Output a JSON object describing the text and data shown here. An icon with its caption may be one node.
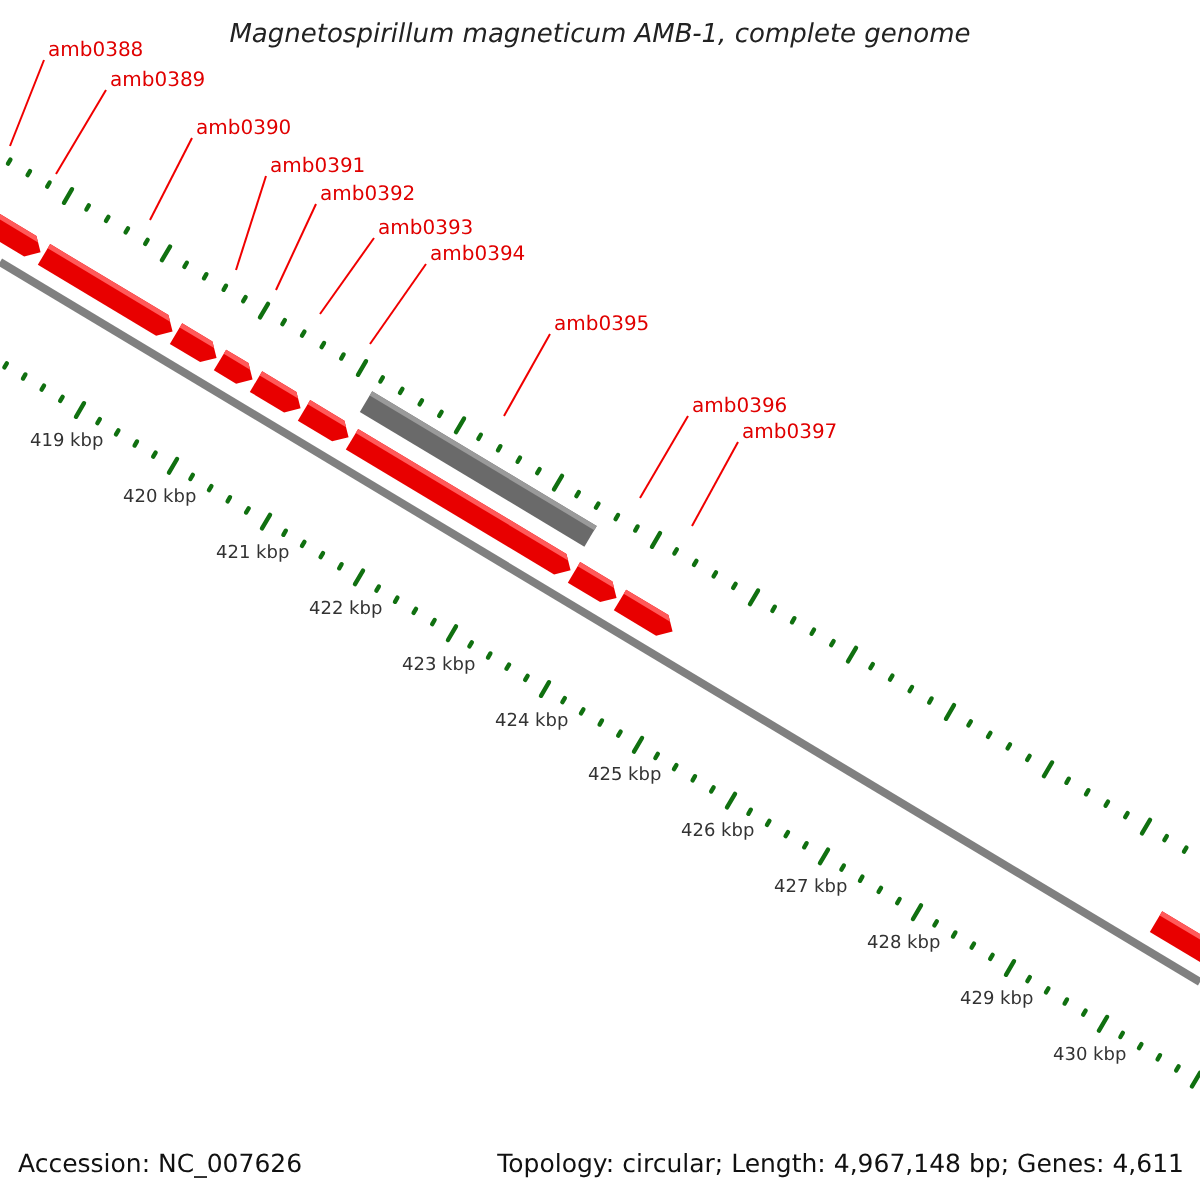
{
  "diagram": {
    "title": "Magnetospirillum magneticum AMB-1, complete genome",
    "nodes": [
      {
        "text": [
          "amb0388"
        ]
      },
      {
        "text": [
          "amb0389"
        ]
      },
      {
        "text": [
          "amb0390"
        ]
      },
      {
        "text": [
          "amb0391"
        ]
      },
      {
        "text": [
          "amb0392"
        ]
      },
      {
        "text": [
          "amb0393"
        ]
      },
      {
        "text": [
          "amb0394"
        ]
      },
      {
        "text": [
          "amb0395"
        ]
      },
      {
        "text": [
          "amb0396"
        ]
      },
      {
        "text": [
          "amb0397"
        ]
      }
    ],
    "edges": [
      {
        "from": 0,
        "to": null,
        "arrow": "none"
      },
      {
        "from": 1,
        "to": null,
        "arrow": "none"
      },
      {
        "from": 2,
        "to": null,
        "arrow": "none"
      },
      {
        "from": 3,
        "to": null,
        "arrow": "none"
      },
      {
        "from": 4,
        "to": null,
        "arrow": "none"
      },
      {
        "from": 5,
        "to": null,
        "arrow": "none"
      },
      {
        "from": 6,
        "to": null,
        "arrow": "none"
      },
      {
        "from": 7,
        "to": null,
        "arrow": "none"
      },
      {
        "from": 8,
        "to": null,
        "arrow": "none"
      },
      {
        "from": 9,
        "to": null,
        "arrow": "none"
      }
    ],
    "labels": [
      "419 kbp",
      "420 kbp",
      "421 kbp",
      "422 kbp",
      "423 kbp",
      "424 kbp",
      "425 kbp",
      "426 kbp",
      "427 kbp",
      "428 kbp",
      "429 kbp",
      "430 kbp",
      "Accession: NC_007626",
      "Topology: circular; Length: 4,967,148 bp; Genes: 4,611"
    ]
  }
}
